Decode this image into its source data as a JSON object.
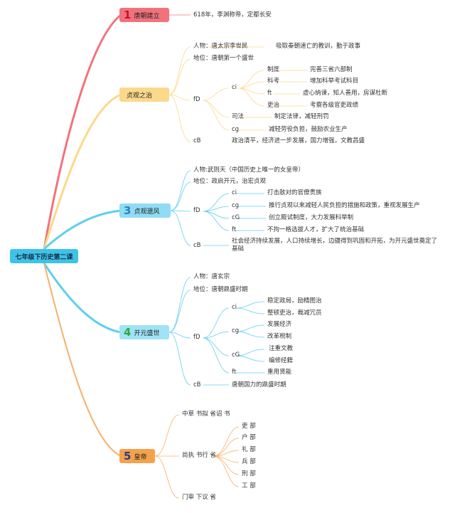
{
  "root": "七年级下历史第二课",
  "b1": {
    "num": "1",
    "label": "唐朝建立",
    "item": "618年，李渊称帝，定都长安"
  },
  "b2": {
    "num": "",
    "label": "贞观之治",
    "person_k": "人物：唐太宗李世民",
    "person_v": "吸取秦朝速亡的教训，勤于政事",
    "status": "地位：唐朝第一个盛世",
    "meas": "fD",
    "polit": "ci",
    "p1_k": "制度",
    "p1_v": "完善三省六部制",
    "p2_k": "科考",
    "p2_v": "增加科举考试科目",
    "p3_k": "ft",
    "p3_v": "虚心纳谏，知人善用，房谋杜断",
    "p4_k": "吏治",
    "p4_v": "考察各级官吏政绩",
    "law_k": "司法",
    "law_v": "制定法律，减轻刑罚",
    "econ_k": "cg",
    "econ_v": "减轻劳役负担，鼓励农业生产",
    "eff_k": "cB",
    "eff_v": "政治清平，经济进一步发展，国力增强，文教昌盛"
  },
  "b3": {
    "num": "3",
    "label": "贞观遗风",
    "person": "人物:武则天（中国历史上唯一的女皇帝）",
    "status": "地位：政启开元，治宏贞观",
    "meas": "fD",
    "m1_k": "ci",
    "m1_v": "打击敌对的官僚贵族",
    "m2_k": "cg",
    "m2_v": "推行贞观以来减轻人民负担的措施和政策，重视发展生产",
    "m3_k": "cG",
    "m3_v": "创立殿试制度，大力发展科举制",
    "m4_k": "ft",
    "m4_v": "不拘一格选拔人才，扩大了统治基础",
    "eff_k": "cB",
    "eff_v": "社会经济持续发展，人口持续增长，边疆得到巩固和开拓，为开元盛世奠定了基础"
  },
  "b4": {
    "num": "4",
    "label": "开元盛世",
    "person": "人物：唐玄宗",
    "status": "地位：唐朝鼎盛时期",
    "meas": "fD",
    "c1_k": "ci",
    "c1_a": "稳定政局，励精图治",
    "c1_b": "整顿吏治，裁减冗员",
    "c2_k": "cg",
    "c2_a": "发展经济",
    "c2_b": "改革税制",
    "c3_k": "cG",
    "c3_a": "注重文教",
    "c3_b": "编修经籍",
    "c4_k": "ft",
    "c4_a": "重用贤能",
    "eff_k": "cB",
    "eff_v": "唐朝国力的鼎盛时期"
  },
  "b5": {
    "num": "5",
    "label": "皇帝",
    "zs": "中草 书拟 省诏 书",
    "ss": "尚执 书行 省",
    "ms": "门审 下议 省",
    "bu": [
      "吏 部",
      "户 部",
      "礼 部",
      "兵 部",
      "刑 部",
      "工 部"
    ]
  },
  "colors": {
    "red": "#f2727c",
    "yellow": "#fbd98b",
    "cyan": "#5fcff0",
    "orange": "#f6b06a"
  }
}
